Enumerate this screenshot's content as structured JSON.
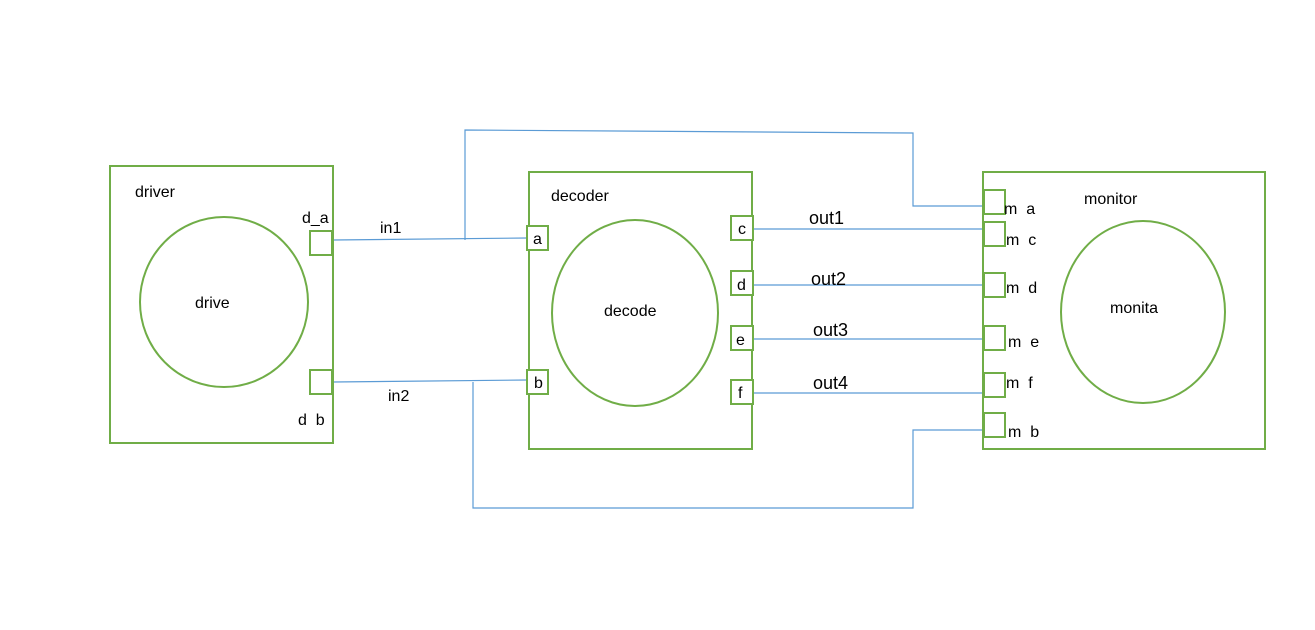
{
  "colors": {
    "block_stroke": "#70ad47",
    "wire_stroke": "#5b9bd5",
    "text": "#000000",
    "background": "#ffffff"
  },
  "driver": {
    "title": "driver",
    "core_label": "drive",
    "port_a_label": "d_a",
    "port_b_label": "d  b"
  },
  "decoder": {
    "title": "decoder",
    "core_label": "decode",
    "ports": {
      "a": "a",
      "b": "b",
      "c": "c",
      "d": "d",
      "e": "e",
      "f": "f"
    }
  },
  "monitor": {
    "title": "monitor",
    "core_label": "monita",
    "ports": {
      "a": "m  a",
      "c": "m  c",
      "d": "m  d",
      "e": "m  e",
      "f": "m  f",
      "b": "m  b"
    }
  },
  "wires": {
    "in1": "in1",
    "in2": "in2",
    "out1": "out1",
    "out2": "out2",
    "out3": "out3",
    "out4": "out4"
  }
}
